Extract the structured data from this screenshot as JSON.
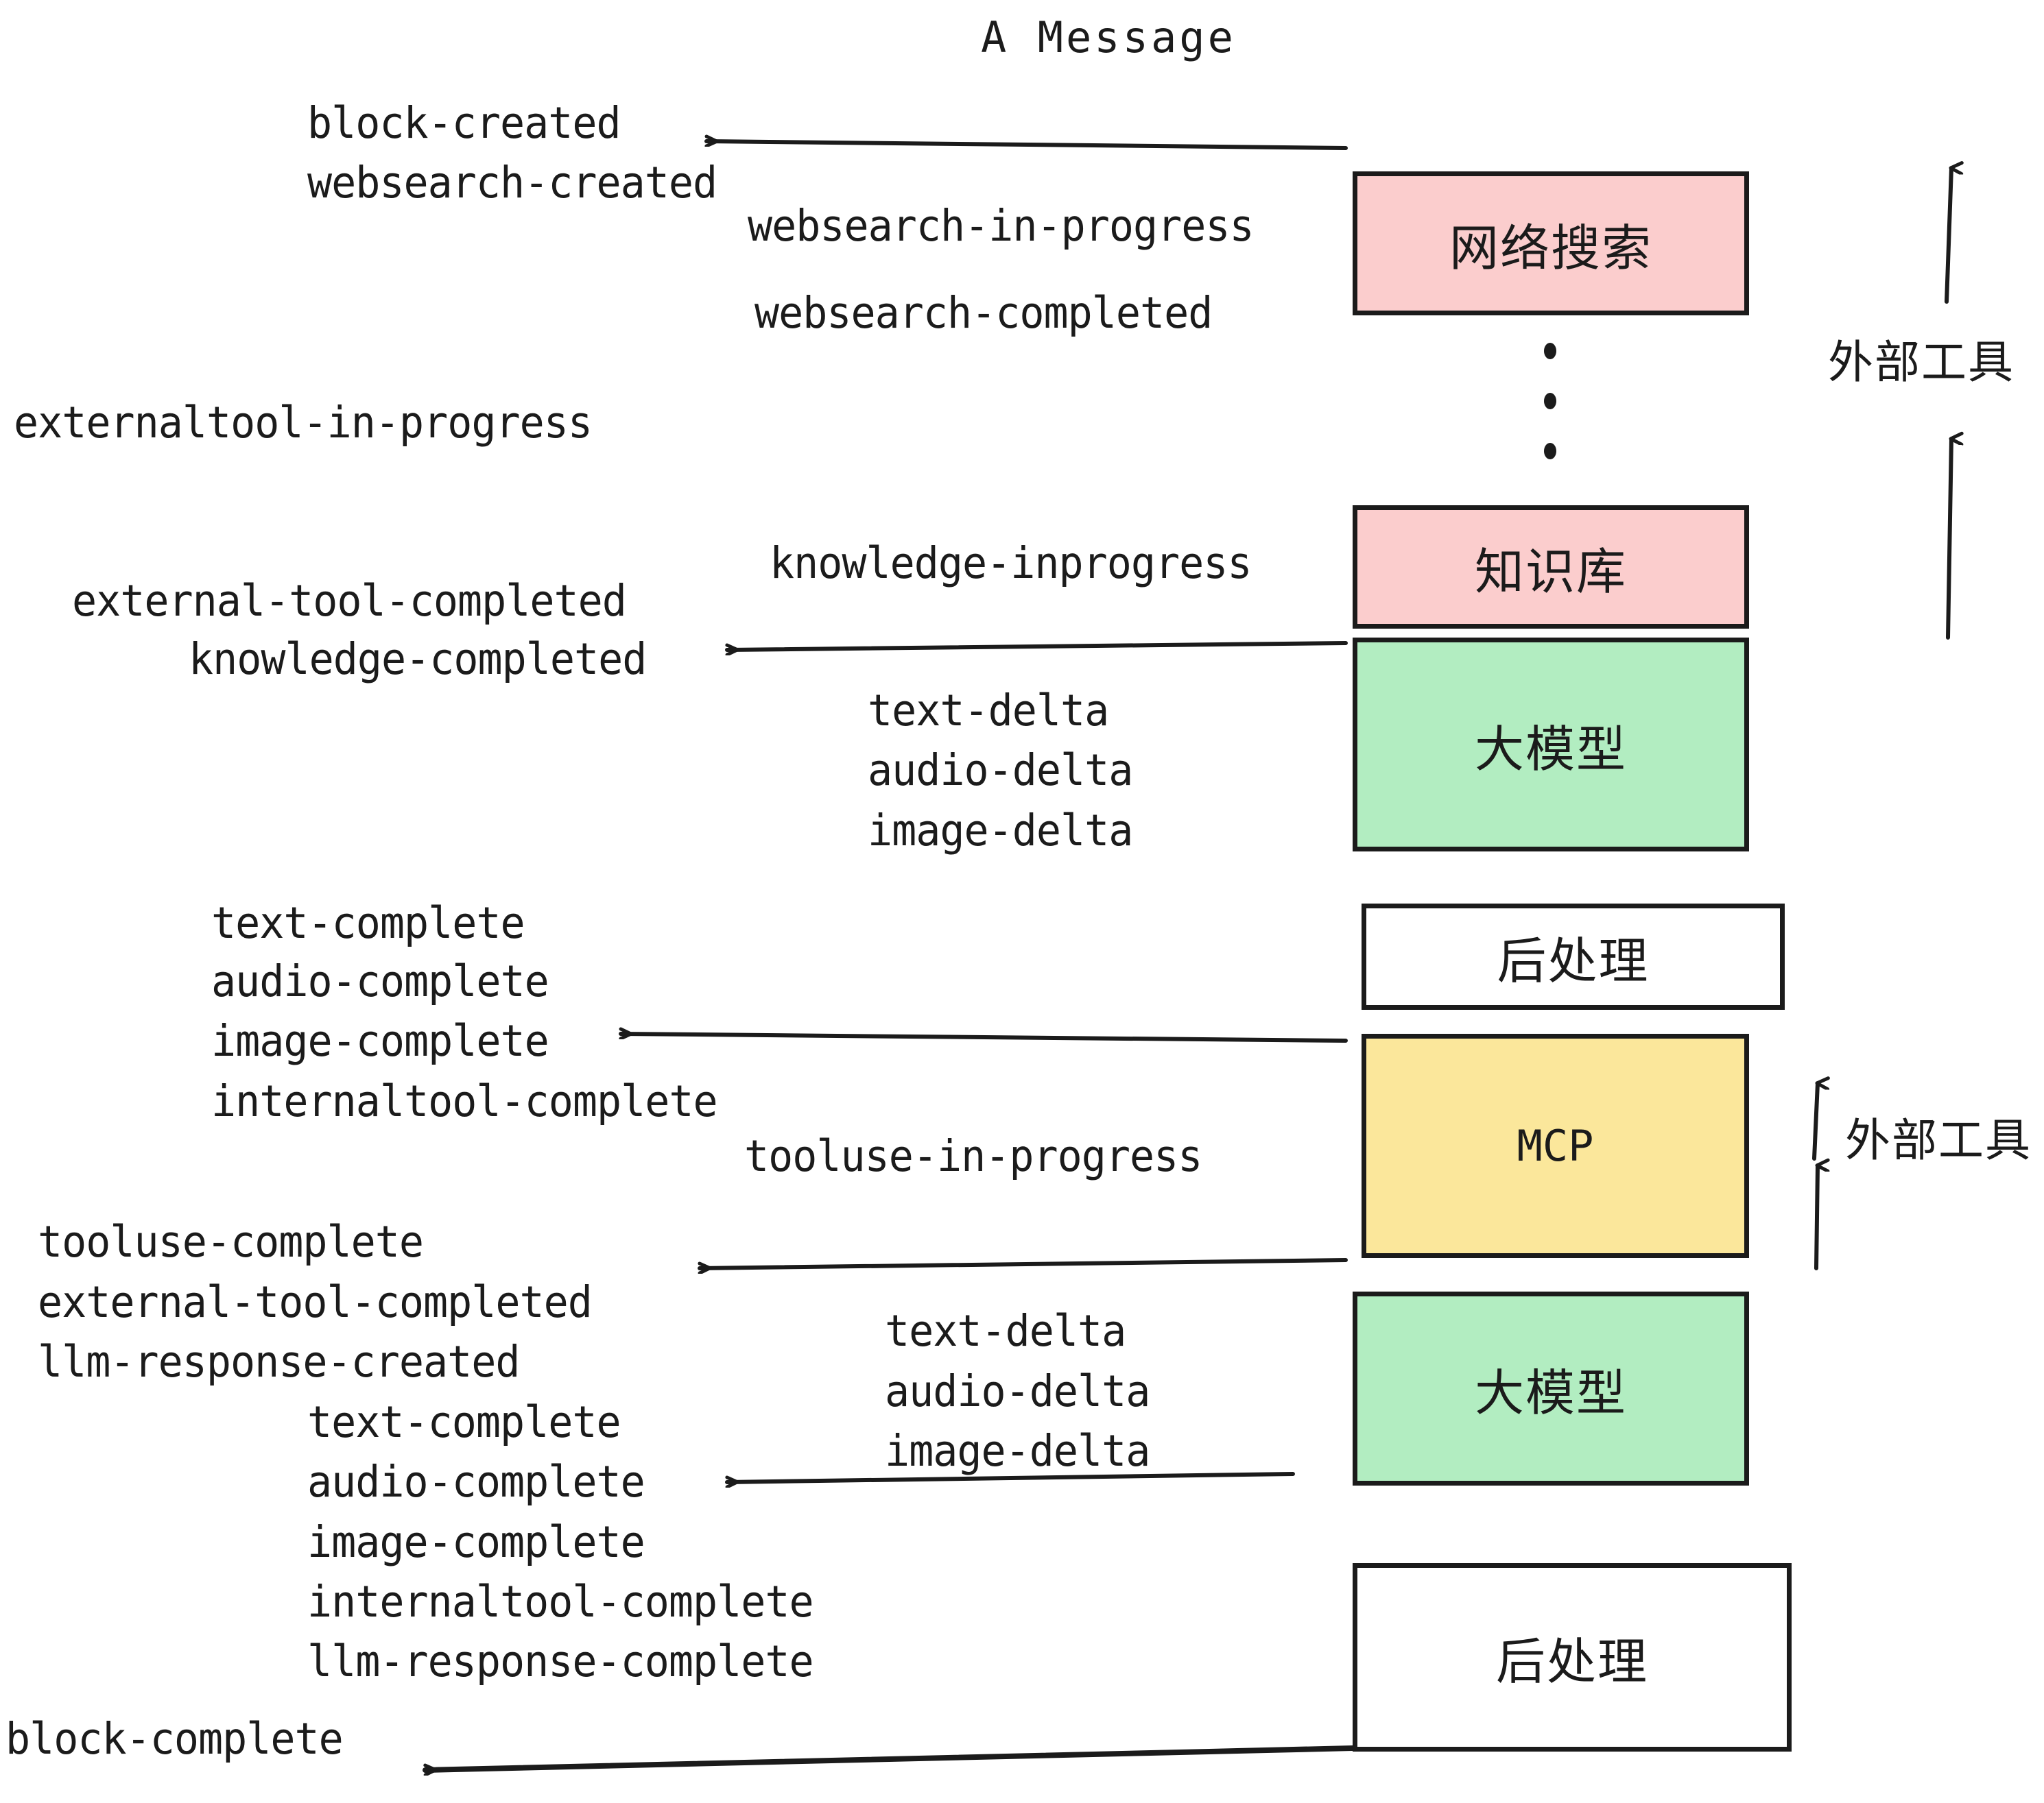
{
  "title": "A Message",
  "colors": {
    "pink": "#FBCDCD",
    "green": "#B2EDC1",
    "yellow": "#FBE79B",
    "white": "#FFFFFF",
    "stroke": "#1B1B1B"
  },
  "boxes": [
    {
      "label": "网络搜索",
      "fill": "#FBCDCD"
    },
    {
      "label": "知识库",
      "fill": "#FBCDCD"
    },
    {
      "label": "大模型",
      "fill": "#B2EDC1"
    },
    {
      "label": "后处理",
      "fill": "#FFFFFF"
    },
    {
      "label": "MCP",
      "fill": "#FBE79B"
    },
    {
      "label": "大模型",
      "fill": "#B2EDC1"
    },
    {
      "label": "后处理",
      "fill": "#FFFFFF"
    }
  ],
  "side_labels": [
    {
      "text": "外部工具"
    },
    {
      "text": "外部工具"
    }
  ],
  "events": [
    {
      "text": "block-created"
    },
    {
      "text": "websearch-created"
    },
    {
      "text": "websearch-in-progress"
    },
    {
      "text": "websearch-completed"
    },
    {
      "text": "externaltool-in-progress"
    },
    {
      "text": "knowledge-inprogress"
    },
    {
      "text": "external-tool-completed"
    },
    {
      "text": "knowledge-completed"
    },
    {
      "text": "text-delta"
    },
    {
      "text": "audio-delta"
    },
    {
      "text": "image-delta"
    },
    {
      "text": "text-complete"
    },
    {
      "text": "audio-complete"
    },
    {
      "text": "image-complete"
    },
    {
      "text": "internaltool-complete"
    },
    {
      "text": "tooluse-in-progress"
    },
    {
      "text": "tooluse-complete"
    },
    {
      "text": "external-tool-completed"
    },
    {
      "text": "llm-response-created"
    },
    {
      "text": "text-complete"
    },
    {
      "text": "audio-complete"
    },
    {
      "text": "image-complete"
    },
    {
      "text": "internaltool-complete"
    },
    {
      "text": "llm-response-complete"
    },
    {
      "text": "block-complete"
    },
    {
      "text": "text-delta"
    },
    {
      "text": "audio-delta"
    },
    {
      "text": "image-delta"
    }
  ]
}
